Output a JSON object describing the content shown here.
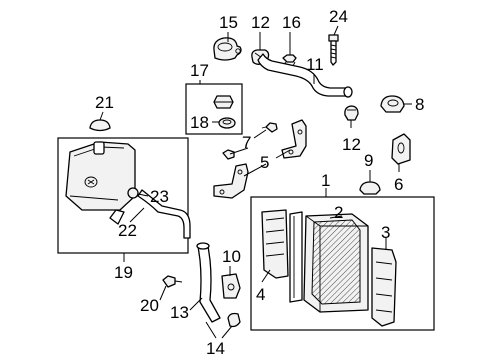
{
  "diagram": {
    "callouts": {
      "c1": "1",
      "c2": "2",
      "c3": "3",
      "c4": "4",
      "c5": "5",
      "c6": "6",
      "c7": "7",
      "c8": "8",
      "c9": "9",
      "c10": "10",
      "c11": "11",
      "c12a": "12",
      "c12b": "12",
      "c13": "13",
      "c14": "14",
      "c15": "15",
      "c16": "16",
      "c17": "17",
      "c18": "18",
      "c19": "19",
      "c20": "20",
      "c21": "21",
      "c22": "22",
      "c23": "23",
      "c24": "24"
    }
  }
}
